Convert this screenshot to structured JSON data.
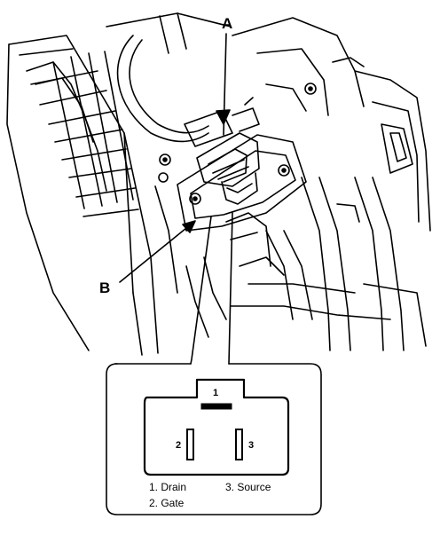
{
  "callouts": {
    "a": "A",
    "b": "B"
  },
  "connector": {
    "pins": [
      "1",
      "2",
      "3"
    ]
  },
  "legend": {
    "drain": "1. Drain",
    "source": "3. Source",
    "gate": "2. Gate"
  }
}
